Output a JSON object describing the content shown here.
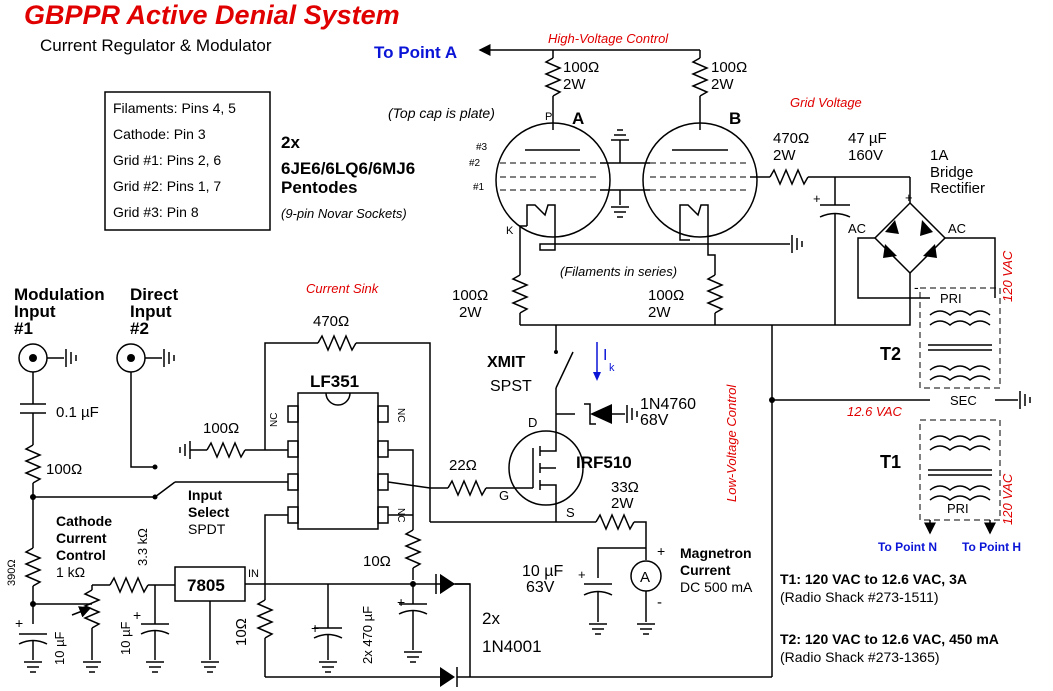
{
  "title": "GBPPR Active Denial System",
  "subtitle": "Current Regulator & Modulator",
  "pinout": {
    "lines": [
      "Filaments: Pins 4, 5",
      "Cathode: Pin 3",
      "Grid #1: Pins 2, 6",
      "Grid #2: Pins 1, 7",
      "Grid #3: Pin 8"
    ]
  },
  "tubes": {
    "count": "2x",
    "types": "6JE6/6LQ6/6MJ6",
    "kind": "Pentodes",
    "sockets": "(9-pin Novar Sockets)",
    "plate_note": "(Top cap is plate)",
    "label_a": "A",
    "label_b": "B",
    "pin_p": "P",
    "pin_k": "K",
    "grid3": "#3",
    "grid2": "#2",
    "grid1": "#1",
    "filaments_note": "(Filaments in series)"
  },
  "labels": {
    "to_point_a": "To Point A",
    "high_voltage_control": "High-Voltage Control",
    "grid_voltage": "Grid Voltage",
    "current_sink": "Current Sink",
    "low_voltage_control": "Low-Voltage Control",
    "v120_top": "120 VAC",
    "v126": "12.6 VAC",
    "v120_bottom": "120 VAC",
    "to_point_n": "To Point N",
    "to_point_h": "To Point H"
  },
  "components": {
    "r_plate_a": [
      "100Ω",
      "2W"
    ],
    "r_plate_b": [
      "100Ω",
      "2W"
    ],
    "r_grid": [
      "470Ω",
      "2W"
    ],
    "c_grid": [
      "47 µF",
      "160V"
    ],
    "bridge": [
      "1A",
      "Bridge",
      "Rectifier"
    ],
    "bridge_ac_left": "AC",
    "bridge_ac_right": "AC",
    "bridge_plus": "+",
    "bridge_minus": "-",
    "r_cath_a": [
      "100Ω",
      "2W"
    ],
    "r_cath_b": [
      "100Ω",
      "2W"
    ],
    "xmit": "XMIT",
    "spst": "SPST",
    "ik": "I",
    "ik_sub": "k",
    "zener": [
      "1N4760",
      "68V"
    ],
    "mosfet": "IRF510",
    "mos_d": "D",
    "mos_g": "G",
    "mos_s": "S",
    "r_gate": "22Ω",
    "r_shunt": [
      "33Ω",
      "2W"
    ],
    "meter": "A",
    "meter_label": [
      "Magnetron",
      "Current",
      "DC 500 mA"
    ],
    "c_out": [
      "10 µF",
      "63V"
    ],
    "opamp": "LF351",
    "nc": "NC",
    "r_fb": "470Ω",
    "r_in": "100Ω",
    "r_10": "10Ω",
    "r_10b": "10Ω",
    "switch": [
      "Input",
      "Select",
      "SPDT"
    ],
    "mod_input": [
      "Modulation",
      "Input",
      "#1"
    ],
    "direct_input": [
      "Direct",
      "Input",
      "#2"
    ],
    "c_in": "0.1 µF",
    "r_series": "100Ω",
    "cathode_ctrl": [
      "Cathode",
      "Current",
      "Control",
      "1 kΩ"
    ],
    "r_390": "390Ω",
    "r_3k3": "3.3 kΩ",
    "c_10a": "10 µF",
    "c_10b": "10 µF",
    "reg": "7805",
    "reg_in": "IN",
    "c_470": "2x 470 µF",
    "diodes": [
      "2x",
      "1N4001"
    ],
    "transformer_t2": "T2",
    "transformer_t1": "T1",
    "pri": "PRI",
    "sec": "SEC",
    "pri2": "PRI"
  },
  "notes": {
    "t1": "T1: 120 VAC to 12.6 VAC, 3A",
    "t1_part": "(Radio Shack #273-1511)",
    "t2": "T2: 120 VAC to 12.6 VAC, 450 mA",
    "t2_part": "(Radio Shack #273-1365)"
  },
  "colors": {
    "title": "#e00000",
    "annotation": "#e00000",
    "point": "#0a14d6"
  }
}
